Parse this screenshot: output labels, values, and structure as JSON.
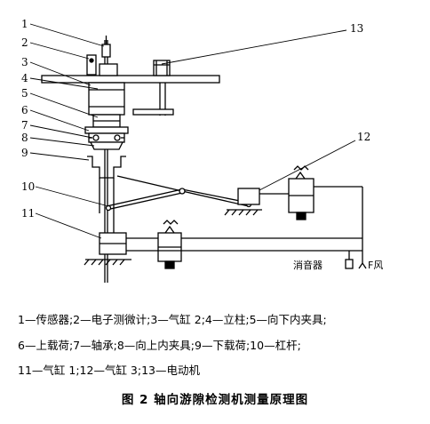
{
  "callouts": [
    "1",
    "2",
    "3",
    "4",
    "5",
    "6",
    "7",
    "8",
    "9",
    "10",
    "11",
    "12",
    "13"
  ],
  "labels": {
    "muffler": "消音器",
    "air_supply": "F风"
  },
  "legend": {
    "line1": "1—传感器;2—电子测微计;3—气缸 2;4—立柱;5—向下内夹具;",
    "line2": "6—上载荷;7—轴承;8—向上内夹具;9—下载荷;10—杠杆;",
    "line3": "11—气缸 1;12—气缸 3;13—电动机"
  },
  "caption": "图 2  轴向游隙检测机测量原理图"
}
